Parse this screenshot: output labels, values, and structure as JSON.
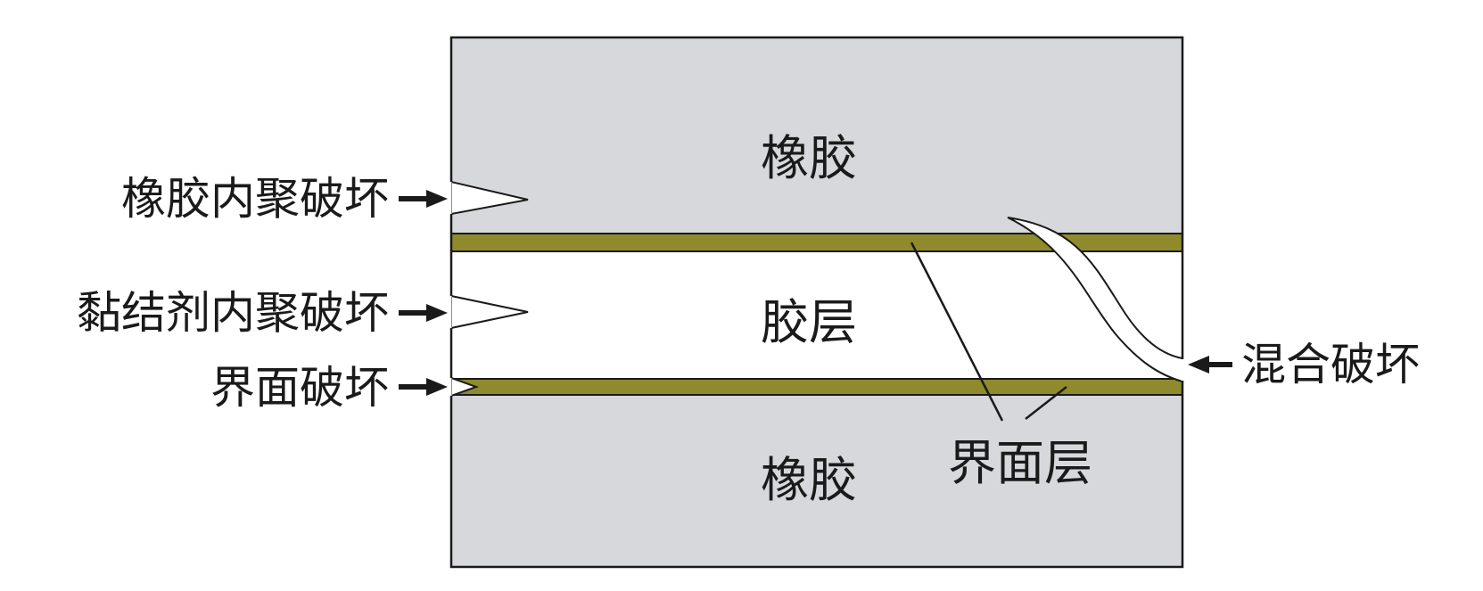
{
  "diagram": {
    "layers": {
      "rubber_top": "橡胶",
      "adhesive": "胶层",
      "rubber_bottom": "橡胶"
    },
    "failure_modes": {
      "rubber_cohesive": "橡胶内聚破坏",
      "adhesive_cohesive": "黏结剂内聚破坏",
      "interface": "界面破坏",
      "mixed": "混合破坏"
    },
    "interface_layer_label": "界面层",
    "colors": {
      "rubber": "#d6d8dc",
      "adhesive": "#ffffff",
      "interface_layer": "#8f8a2c",
      "outline": "#1a1a1a",
      "text": "#1a1a1a"
    }
  }
}
